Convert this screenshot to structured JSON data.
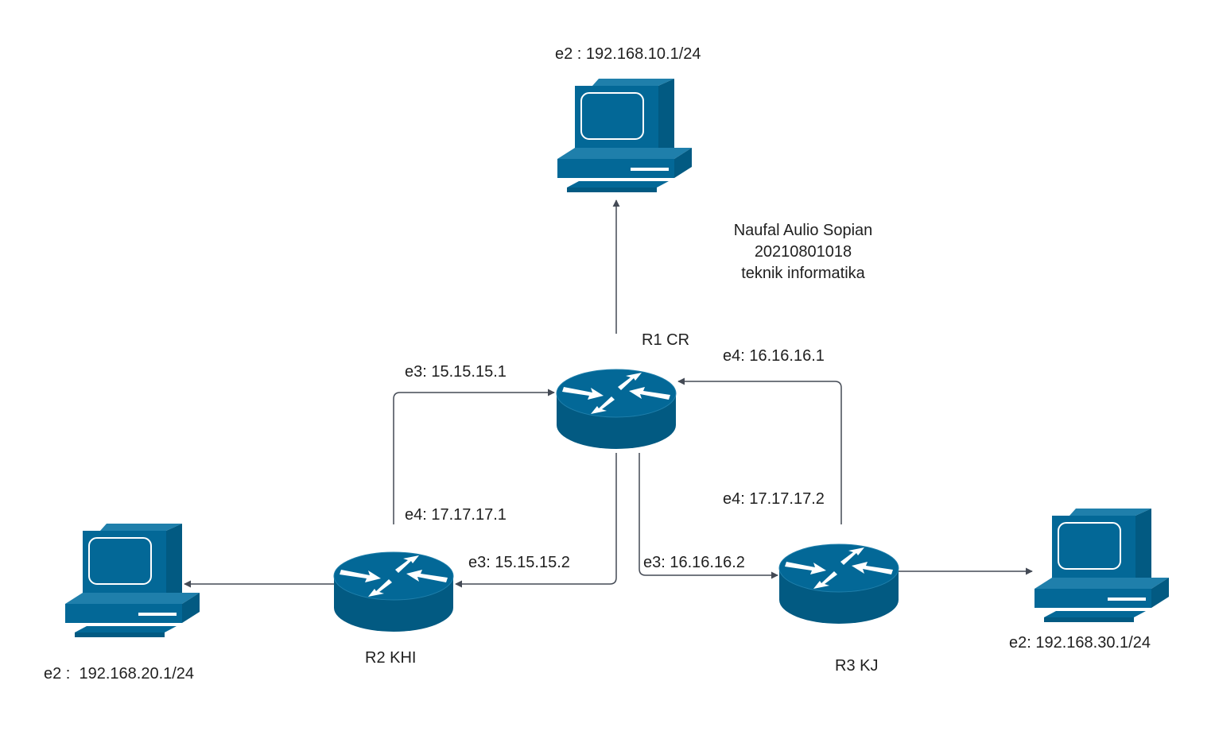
{
  "colors": {
    "device": "#036897",
    "device_dark": "#025a82",
    "device_light": "#1f7fab",
    "arrow_white": "#ffffff",
    "link": "#444a55"
  },
  "routers": [
    {
      "id": "r1",
      "name": "R1 CR",
      "icon": "router-icon"
    },
    {
      "id": "r2",
      "name": "R2 KHI",
      "icon": "router-icon"
    },
    {
      "id": "r3",
      "name": "R3 KJ",
      "icon": "router-icon"
    }
  ],
  "computers": [
    {
      "id": "pc1",
      "label": "e2 : 192.168.10.1/24",
      "icon": "desktop-computer-icon"
    },
    {
      "id": "pc2",
      "label": "e2 :  192.168.20.1/24",
      "icon": "desktop-computer-icon"
    },
    {
      "id": "pc3",
      "label": "e2: 192.168.30.1/24",
      "icon": "desktop-computer-icon"
    }
  ],
  "interfaces": {
    "r1_e3": "e3: 15.15.15.1",
    "r1_e4": "e4: 16.16.16.1",
    "r2_e4": "e4: 17.17.17.1",
    "r2_e3": "e3: 15.15.15.2",
    "r3_e4": "e4: 17.17.17.2",
    "r3_e3": "e3: 16.16.16.2"
  },
  "note": {
    "name": "Naufal Aulio Sopian",
    "id": "20210801018",
    "major": "teknik informatika"
  }
}
